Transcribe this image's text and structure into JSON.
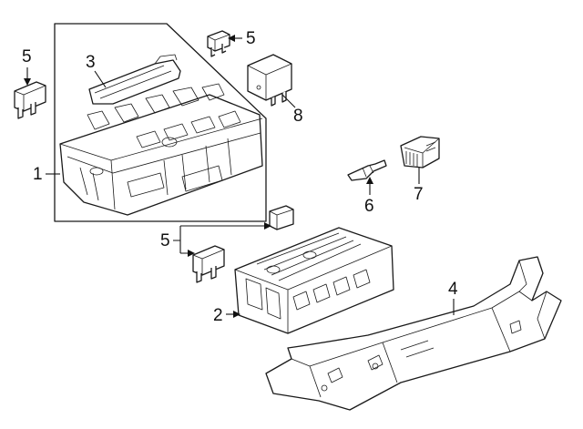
{
  "callouts": {
    "c1": "1",
    "c2": "2",
    "c3": "3",
    "c4": "4",
    "c5a": "5",
    "c5b": "5",
    "c5c": "5",
    "c6": "6",
    "c7": "7",
    "c8": "8"
  },
  "colors": {
    "line": "#1a1a1a",
    "background": "#ffffff"
  }
}
